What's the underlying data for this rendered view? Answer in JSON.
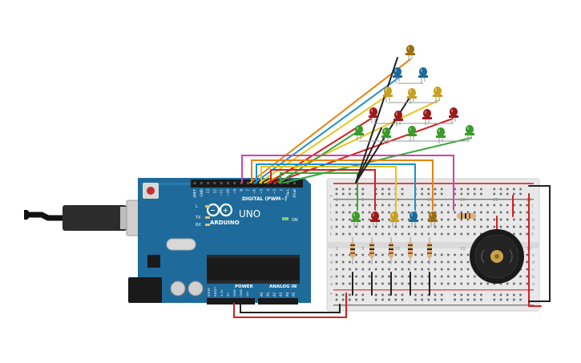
{
  "arduino": {
    "brand": "ARDUINO",
    "model": "UNO",
    "digital_label": "DIGITAL (PWM~)",
    "power_label": "POWER",
    "analog_label": "ANALOG IN",
    "on_label": "ON",
    "tx_label": "TX",
    "rx_label": "RX",
    "l_label": "L",
    "top_pins": [
      "AREF",
      "GND",
      "13",
      "12",
      "~11",
      "~10",
      "~9",
      "8",
      "7",
      "~6",
      "~5",
      "4",
      "~3",
      "2",
      "TX▸1",
      "RX◂0"
    ],
    "power_pins": [
      "IOREF",
      "RESET",
      "3.3V",
      "5V",
      "GND",
      "GND",
      "Vin"
    ],
    "analog_pins": [
      "A0",
      "A1",
      "A2",
      "A3",
      "A4",
      "A5"
    ]
  },
  "breadboard": {
    "rail_plus": "+",
    "rail_minus": "-",
    "row_letters_top": [
      "j",
      "i",
      "h",
      "g",
      "f"
    ],
    "row_letters_bottom": [
      "e",
      "d",
      "c",
      "b",
      "a"
    ],
    "column_numbers": [
      "1",
      "5",
      "10",
      "15",
      "20",
      "25",
      "30"
    ]
  },
  "colors": {
    "board": "#1e6a9a",
    "breadboard": "#e8e8e8",
    "wire_orange": "#e8820e",
    "wire_blue": "#1f8fd0",
    "wire_yellow": "#e6c420",
    "wire_green": "#3aa83a",
    "wire_magenta": "#d040b0",
    "wire_red": "#d42020",
    "wire_black": "#222222",
    "led_red": "#9c1a1a",
    "led_green": "#3a9a2a",
    "led_yellow": "#c8a020",
    "led_blue": "#1a6a9a",
    "led_amber": "#9a7010"
  }
}
